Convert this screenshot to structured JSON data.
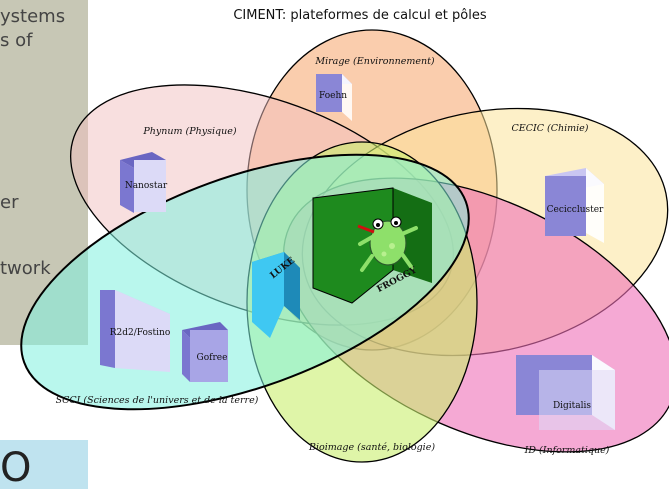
{
  "title": "CIMENT: plateformes de calcul et pôles",
  "background_slide": {
    "lines": [
      "ystems",
      "s of",
      "er",
      "twork"
    ],
    "bottom_glyph": "O"
  },
  "poles": {
    "mirage": "Mirage (Environnement)",
    "phynum": "Phynum (Physique)",
    "cecic": "CECIC (Chimie)",
    "scci": "SCCI (Sciences de l'univers et de la terre)",
    "bioimage": "Bioimage (santé, biologie)",
    "id": "ID (Informatique)"
  },
  "clusters": {
    "foehn": "Foehn",
    "nanostar": "Nanostar",
    "ceciccluster": "Ceciccluster",
    "r2d2": "R2d2/Fostino",
    "gofree": "Gofree",
    "luke": "LUKE",
    "froggy": "FROGGY",
    "digitalis": "Digitalis"
  },
  "colors": {
    "mirage": "#f5a46a",
    "phynum": "#f2c0c0",
    "cecic": "#fbe39a",
    "scci": "#7ff0de",
    "bioimage": "#c9ef6e",
    "id": "#ef6fb8",
    "froggy": "#1e8a1e",
    "luke": "#3fc8f2",
    "cube": "#8a86d6"
  }
}
